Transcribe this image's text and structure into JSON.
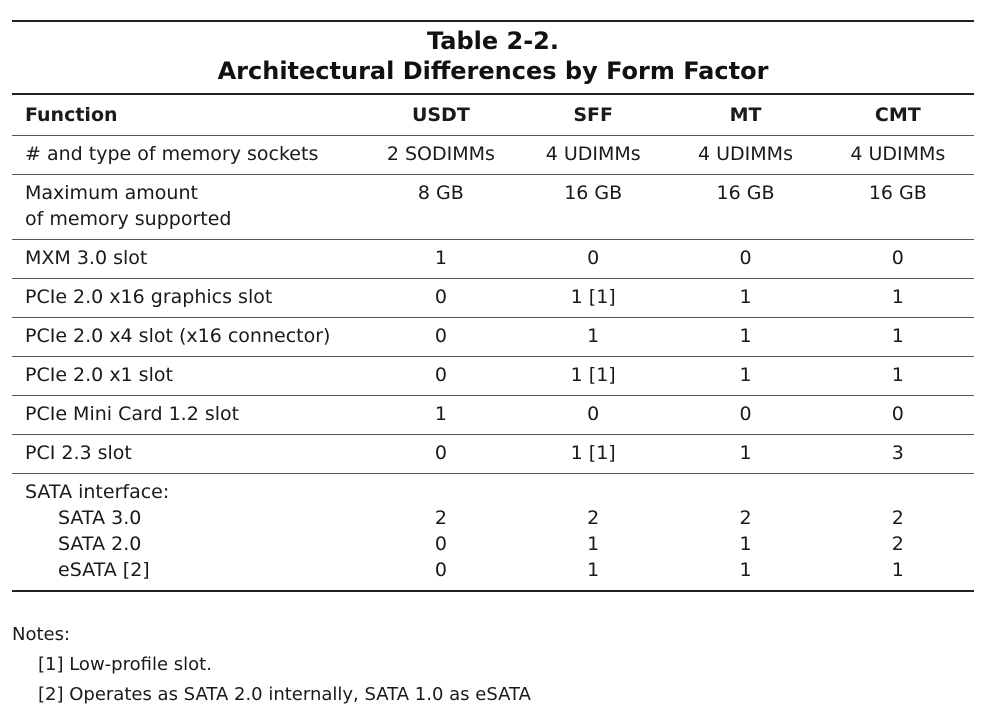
{
  "title": {
    "line1": "Table 2-2.",
    "line2": "Architectural Differences by Form Factor"
  },
  "table": {
    "headers": [
      "Function",
      "USDT",
      "SFF",
      "MT",
      "CMT"
    ],
    "rows": [
      {
        "function_lines": [
          "# and type of memory sockets"
        ],
        "values": [
          [
            "2 SODIMMs"
          ],
          [
            "4 UDIMMs"
          ],
          [
            "4 UDIMMs"
          ],
          [
            "4 UDIMMs"
          ]
        ]
      },
      {
        "function_lines": [
          "Maximum amount",
          "of memory supported"
        ],
        "values": [
          [
            "8 GB"
          ],
          [
            "16 GB"
          ],
          [
            "16 GB"
          ],
          [
            "16 GB"
          ]
        ]
      },
      {
        "function_lines": [
          "MXM 3.0 slot"
        ],
        "values": [
          [
            "1"
          ],
          [
            "0"
          ],
          [
            "0"
          ],
          [
            "0"
          ]
        ]
      },
      {
        "function_lines": [
          "PCIe 2.0 x16 graphics slot"
        ],
        "values": [
          [
            "0"
          ],
          [
            "1 [1]"
          ],
          [
            "1"
          ],
          [
            "1"
          ]
        ]
      },
      {
        "function_lines": [
          "PCIe 2.0 x4 slot (x16 connector)"
        ],
        "values": [
          [
            "0"
          ],
          [
            "1"
          ],
          [
            "1"
          ],
          [
            "1"
          ]
        ]
      },
      {
        "function_lines": [
          "PCIe 2.0 x1 slot"
        ],
        "values": [
          [
            "0"
          ],
          [
            "1 [1]"
          ],
          [
            "1"
          ],
          [
            "1"
          ]
        ]
      },
      {
        "function_lines": [
          "PCIe Mini Card 1.2 slot"
        ],
        "values": [
          [
            "1"
          ],
          [
            "0"
          ],
          [
            "0"
          ],
          [
            "0"
          ]
        ]
      },
      {
        "function_lines": [
          "PCI 2.3 slot"
        ],
        "values": [
          [
            "0"
          ],
          [
            "1 [1]"
          ],
          [
            "1"
          ],
          [
            "3"
          ]
        ]
      },
      {
        "function_lines": [
          "SATA interface:",
          "SATA 3.0",
          "SATA 2.0",
          "eSATA [2]"
        ],
        "values": [
          [
            "",
            "2",
            "0",
            "0"
          ],
          [
            "",
            "2",
            "1",
            "1"
          ],
          [
            "",
            "2",
            "1",
            "1"
          ],
          [
            "",
            "2",
            "2",
            "1"
          ]
        ]
      }
    ]
  },
  "notes": {
    "heading": "Notes:",
    "items": [
      "[1] Low-profile slot.",
      "[2] Operates as SATA 2.0 internally, SATA 1.0 as eSATA"
    ]
  }
}
